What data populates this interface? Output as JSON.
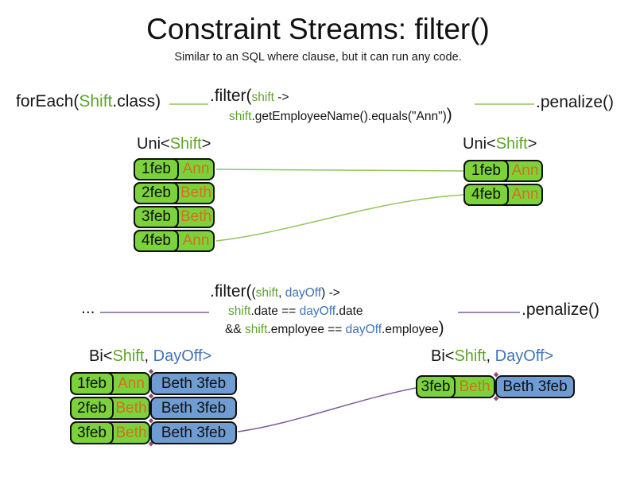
{
  "title": "Constraint Streams: filter()",
  "subtitle": "Similar to an SQL where clause, but it can run any code.",
  "colors": {
    "code_green": "#5fa32a",
    "code_blue": "#4273b8",
    "employee_orange": "#d2711d",
    "shift_box_green": "#7bd23b",
    "dayoff_box_blue": "#6f9cd2",
    "connector_green": "#94c45f",
    "connector_purple": "#7b5e9a"
  },
  "pipeline1": {
    "foreach": {
      "call": "forEach(",
      "arg_class": "Shift",
      "suffix": ".class)"
    },
    "filter": {
      "call": ".filter(",
      "param": "shift",
      "arrow": " ->",
      "body_param": "shift",
      "body": ".getEmployeeName().equals(\"Ann\")",
      "close": ")"
    },
    "penalize": ".penalize()",
    "left_table": {
      "label": {
        "prefix": "Uni<",
        "type1": "Shift",
        "suffix": ">"
      },
      "rows": [
        {
          "date": "1feb",
          "name": "Ann"
        },
        {
          "date": "2feb",
          "name": "Beth"
        },
        {
          "date": "3feb",
          "name": "Beth"
        },
        {
          "date": "4feb",
          "name": "Ann"
        }
      ]
    },
    "right_table": {
      "label": {
        "prefix": "Uni<",
        "type1": "Shift",
        "suffix": ">"
      },
      "rows": [
        {
          "date": "1feb",
          "name": "Ann"
        },
        {
          "date": "4feb",
          "name": "Ann"
        }
      ]
    }
  },
  "pipeline2": {
    "source": "...",
    "filter": {
      "call": ".filter(",
      "open_paren": "(",
      "param1": "shift",
      "comma": ", ",
      "param2": "dayOff",
      "arrow": ") ->",
      "line2": {
        "p1": "shift",
        "t1": ".date == ",
        "p2": "dayOff",
        "t2": ".date"
      },
      "line3": {
        "t0": "&& ",
        "p1": "shift",
        "t1": ".employee == ",
        "p2": "dayOff",
        "t2": ".employee",
        "close": ")"
      }
    },
    "penalize": ".penalize()",
    "left_table": {
      "label": {
        "prefix": "Bi<",
        "type1": "Shift",
        "comma": ", ",
        "type2": "DayOff",
        "suffix": ">"
      },
      "rows": [
        {
          "date": "1feb",
          "name": "Ann",
          "pair": "Beth 3feb"
        },
        {
          "date": "2feb",
          "name": "Beth",
          "pair": "Beth 3feb"
        },
        {
          "date": "3feb",
          "name": "Beth",
          "pair": "Beth 3feb"
        }
      ]
    },
    "right_table": {
      "label": {
        "prefix": "Bi<",
        "type1": "Shift",
        "comma": ", ",
        "type2": "DayOff",
        "suffix": ">"
      },
      "rows": [
        {
          "date": "3feb",
          "name": "Beth",
          "pair": "Beth 3feb"
        }
      ]
    }
  }
}
